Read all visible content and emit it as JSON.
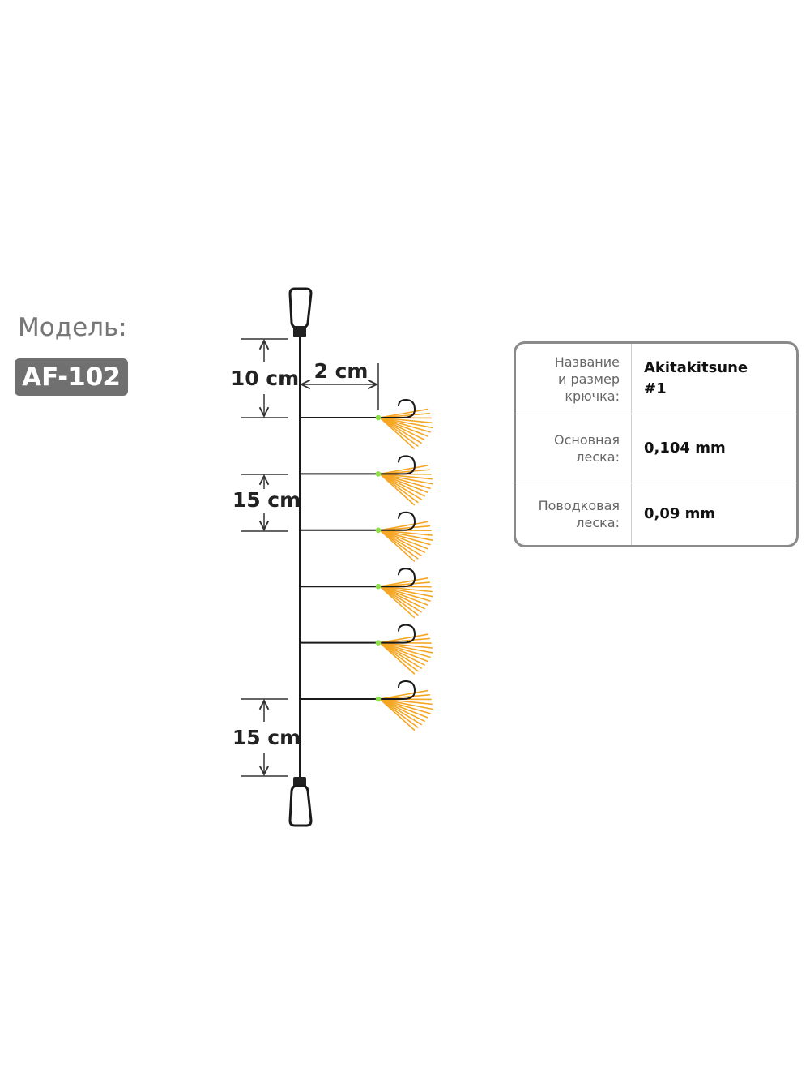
{
  "model": {
    "label": "Модель:",
    "code": "AF-102"
  },
  "diagram": {
    "dimensions": {
      "top_gap": "10 cm",
      "leader_length": "2 cm",
      "hook_spacing": "15 cm",
      "bottom_gap": "15 cm"
    },
    "hook_count": 6,
    "colors": {
      "line": "#1a1a1a",
      "bead": "#8ee04a",
      "fly": "#f5a623",
      "dim": "#333333"
    },
    "icons": [
      "top-swivel-icon",
      "bottom-snap-icon",
      "hook-icon"
    ]
  },
  "specs": {
    "rows": [
      {
        "label": "Название\nи размер\nкрючка:",
        "value": "Akitakitsune\n#1"
      },
      {
        "label": "Основная\nлеска:",
        "value": "0,104 mm"
      },
      {
        "label": "Поводковая\nлеска:",
        "value": "0,09 mm"
      }
    ],
    "border_color": "#8a8a8a"
  }
}
